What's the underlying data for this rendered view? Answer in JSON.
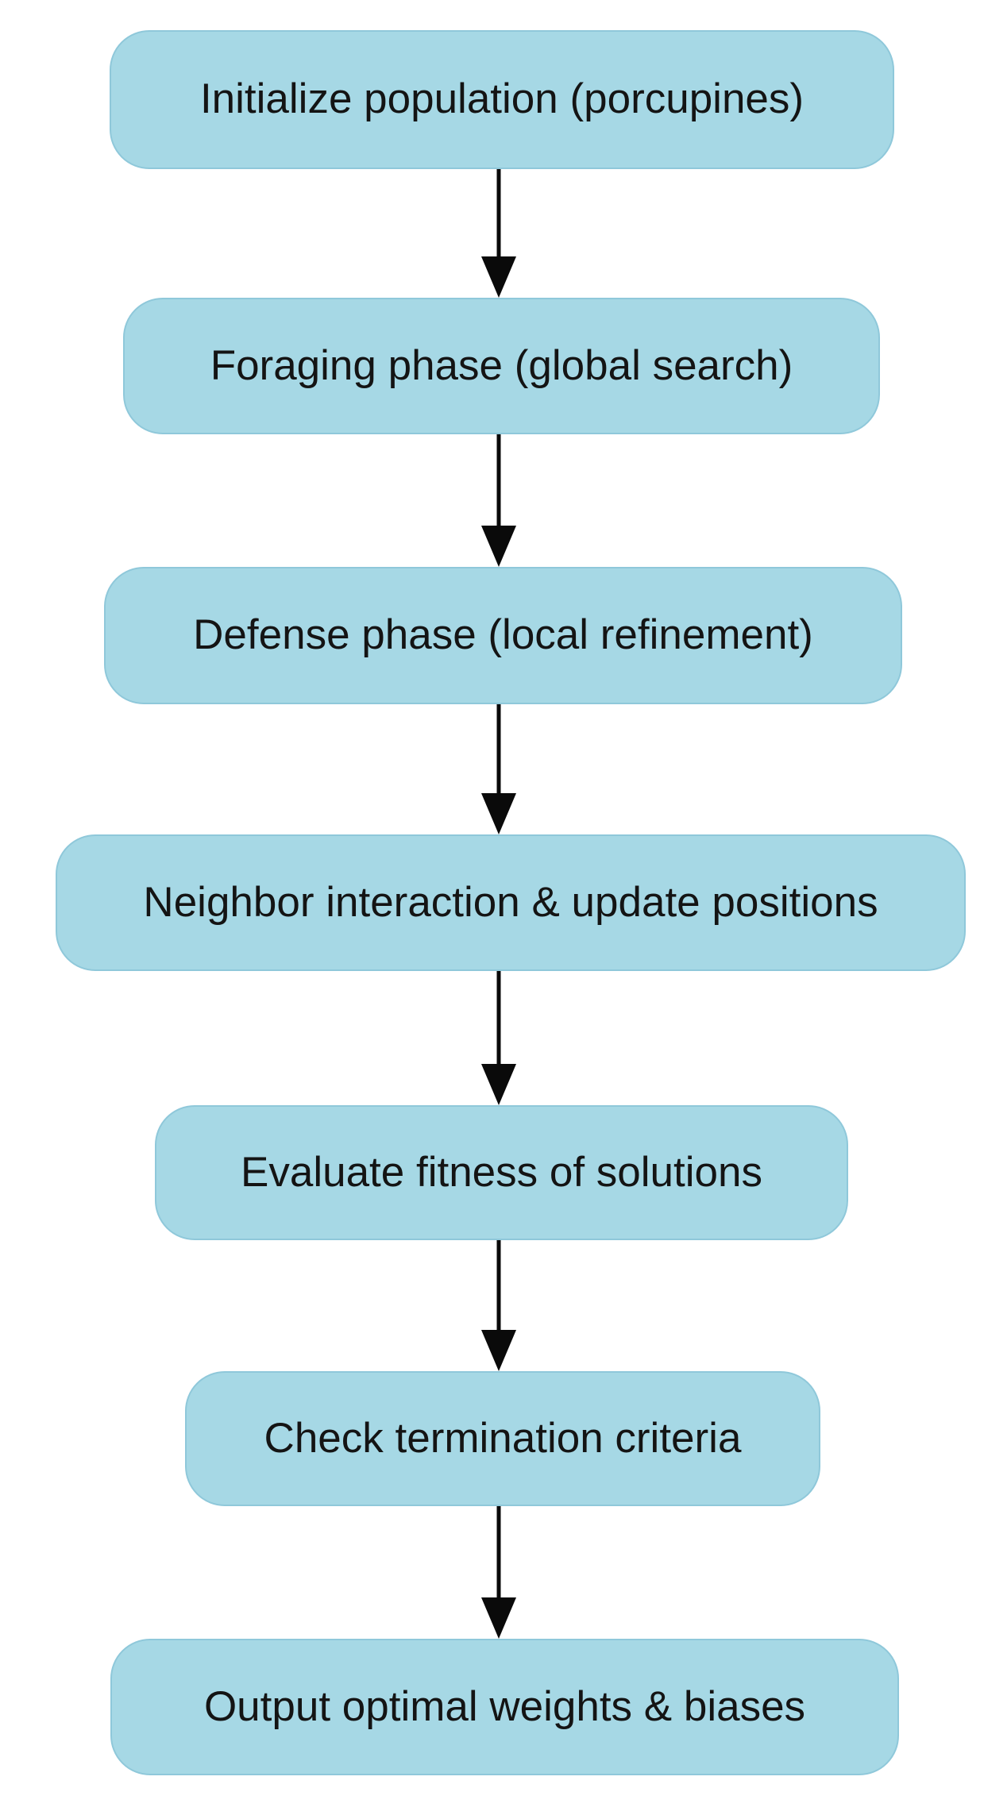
{
  "diagram": {
    "type": "flowchart",
    "direction": "top-down",
    "nodes": [
      {
        "id": "initialize-population",
        "label": "Initialize population (porcupines)"
      },
      {
        "id": "foraging-phase",
        "label": "Foraging phase (global search)"
      },
      {
        "id": "defense-phase",
        "label": "Defense phase (local refinement)"
      },
      {
        "id": "neighbor-interaction",
        "label": "Neighbor interaction & update positions"
      },
      {
        "id": "evaluate-fitness",
        "label": "Evaluate fitness of solutions"
      },
      {
        "id": "check-termination",
        "label": "Check termination criteria"
      },
      {
        "id": "output-weights",
        "label": "Output optimal weights & biases"
      }
    ],
    "edges": [
      {
        "from": "initialize-population",
        "to": "foraging-phase"
      },
      {
        "from": "foraging-phase",
        "to": "defense-phase"
      },
      {
        "from": "defense-phase",
        "to": "neighbor-interaction"
      },
      {
        "from": "neighbor-interaction",
        "to": "evaluate-fitness"
      },
      {
        "from": "evaluate-fitness",
        "to": "check-termination"
      },
      {
        "from": "check-termination",
        "to": "output-weights"
      }
    ]
  },
  "colors": {
    "node_fill": "#a6d8e5",
    "node_border": "#8fc8da",
    "arrow": "#0a0a0a",
    "text": "#141414",
    "background": "#ffffff"
  }
}
